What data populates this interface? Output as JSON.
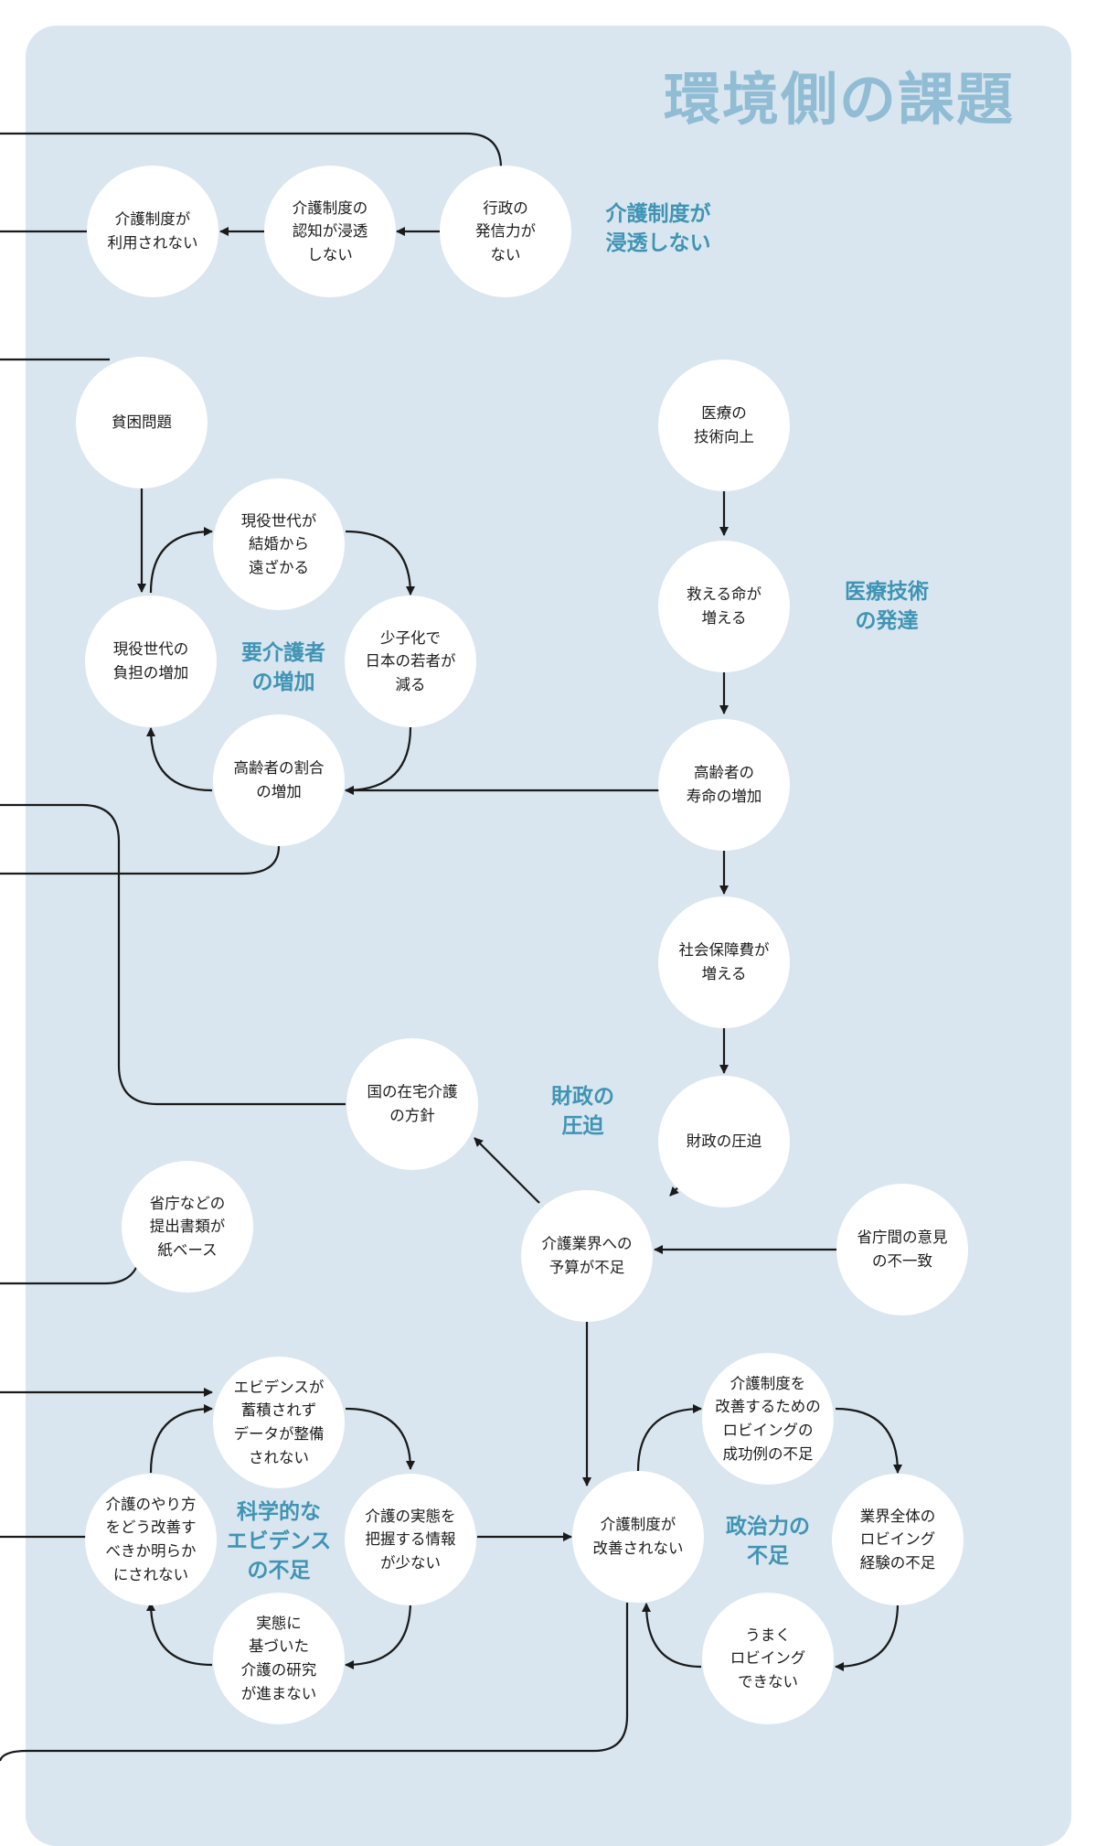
{
  "title": "環境側の課題",
  "colors": {
    "panel": "#d9e6ef",
    "title": "#90bcd4",
    "group_label": "#3f94b4",
    "node_fill": "#ffffff",
    "edge": "#1a1a1a"
  },
  "groups": {
    "seido": "介護制度が\n浸透しない",
    "youkaigo": "要介護者\nの増加",
    "iryou": "医療技術\nの発達",
    "zaisei": "財政の\n圧迫",
    "kagaku": "科学的な\nエビデンス\nの不足",
    "seiji": "政治力の\n不足"
  },
  "nodes": {
    "n_riyou": "介護制度が\n利用されない",
    "n_ninchi": "介護制度の\n認知が浸透\nしない",
    "n_gyousei": "行政の\n発信力が\nない",
    "n_hinkon": "貧困問題",
    "n_iryou": "医療の\n技術向上",
    "n_kekkon": "現役世代が\n結婚から\n遠ざかる",
    "n_futan": "現役世代の\n負担の増加",
    "n_shoushi": "少子化で\n日本の若者が\n減る",
    "n_wariai": "高齢者の割合\nの増加",
    "n_sukueru": "救える命が\n増える",
    "n_jumyou": "高齢者の\n寿命の増加",
    "n_shakai": "社会保障費が\n増える",
    "n_zaisei": "財政の圧迫",
    "n_zaitaku": "国の在宅介護\nの方針",
    "n_shouchou": "省庁などの\n提出書類が\n紙ベース",
    "n_yosan": "介護業界への\n予算が不足",
    "n_iken": "省庁間の意見\nの不一致",
    "n_evidence": "エビデンスが\n蓄積されず\nデータが整備\nされない",
    "n_seidokaizen": "介護制度を\n改善するための\nロビイングの\n成功例の不足",
    "n_yarikata": "介護のやり方\nをどう改善す\nべきか明らか\nにされない",
    "n_jittai": "介護の実態を\n把握する情報\nが少ない",
    "n_kaizen": "介護制度が\n改善されない",
    "n_gyoukai": "業界全体の\nロビイング\n経験の不足",
    "n_kenkyu": "実態に\n基づいた\n介護の研究\nが進まない",
    "n_umaku": "うまく\nロビイング\nできない"
  }
}
